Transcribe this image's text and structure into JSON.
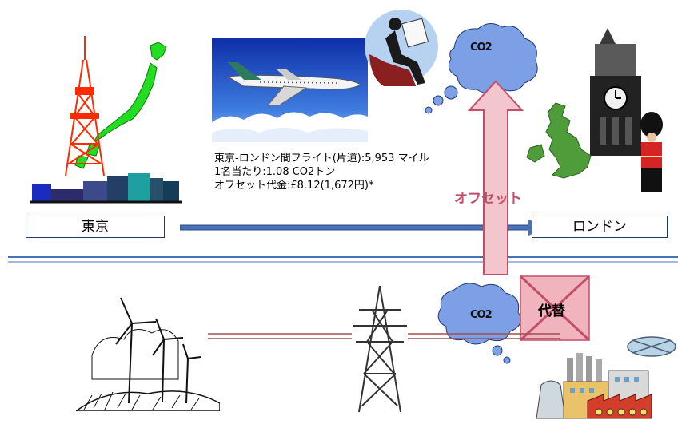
{
  "labels": {
    "tokyo": "東京",
    "london": "ロンドン",
    "offset": "オフセット",
    "substitute": "代替",
    "co2_top": "CO2",
    "co2_bottom": "CO2"
  },
  "flight_info": {
    "line1": "東京-ロンドン間フライト(片道):5,953 マイル",
    "line2": "1名当たり:1.08 CO2トン",
    "line3": "オフセット代金:£8.12(1,672円)*"
  },
  "colors": {
    "arrow_blue": "#4a73b5",
    "offset_arrow_fill": "#f2c6cc",
    "offset_arrow_stroke": "#c0506a",
    "cloud_blue": "#7d9fe6",
    "tower_red": "#ff2a00",
    "japan_green": "#22dd22",
    "uk_green": "#4f9d3a",
    "substitute_fill": "#f1b3bd"
  },
  "icons": [
    "tokyo-tower-icon",
    "japan-map-icon",
    "airplane-photo-icon",
    "passenger-icon",
    "big-ben-icon",
    "uk-map-icon",
    "guard-icon",
    "wind-turbine-icon",
    "power-pylon-icon",
    "factory-icon",
    "co2-cloud-icon"
  ]
}
